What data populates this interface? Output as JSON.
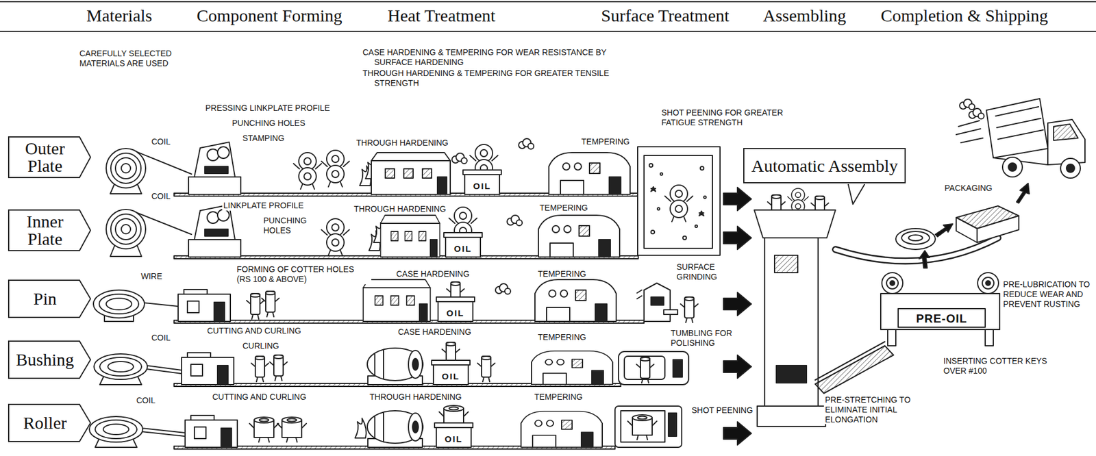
{
  "diagram": {
    "nodes": [
      {
        "text": [
          "Outer Plate"
        ]
      },
      {
        "text": [
          "Inner Plate"
        ]
      },
      {
        "text": [
          "Pin"
        ]
      },
      {
        "text": [
          "Bushing"
        ]
      },
      {
        "text": [
          "Roller"
        ]
      },
      {
        "text": [
          "Automatic Assembly"
        ]
      }
    ],
    "labels": [
      "Materials",
      "Component Forming",
      "Heat Treatment",
      "Surface Treatment",
      "Assembling",
      "Completion & Shipping",
      "CAREFULLY SELECTED MATERIALS ARE USED",
      "CASE HARDENING & TEMPERING FOR WEAR RESISTANCE BY SURFACE HARDENING",
      "THROUGH HARDENING & TEMPERING FOR GREATER TENSILE STRENGTH",
      "COIL",
      "PRESSING LINKPLATE PROFILE",
      "PUNCHING HOLES",
      "STAMPING",
      "THROUGH HARDENING",
      "OIL",
      "TEMPERING",
      "SHOT PEENING FOR GREATER FATIGUE STRENGTH",
      "COIL",
      "LINKPLATE PROFILE",
      "PUNCHING HOLES",
      "THROUGH HARDENING",
      "OIL",
      "TEMPERING",
      "WIRE",
      "FORMING OF COTTER HOLES (RS 100 & ABOVE)",
      "CASE HARDENING",
      "OIL",
      "TEMPERING",
      "SURFACE GRINDING",
      "COIL",
      "CUTTING AND CURLING",
      "CURLING",
      "CASE HARDENING",
      "OIL",
      "TEMPERING",
      "TUMBLING FOR POLISHING",
      "COIL",
      "CUTTING AND CURLING",
      "THROUGH HARDENING",
      "OIL",
      "TEMPERING",
      "SHOT PEENING",
      "PACKAGING",
      "PRE-LUBRICATION TO REDUCE WEAR AND PREVENT RUSTING",
      "PRE-OIL",
      "INSERTING COTTER KEYS OVER #100",
      "PRE-STRETCHING TO ELIMINATE INITIAL ELONGATION"
    ]
  }
}
